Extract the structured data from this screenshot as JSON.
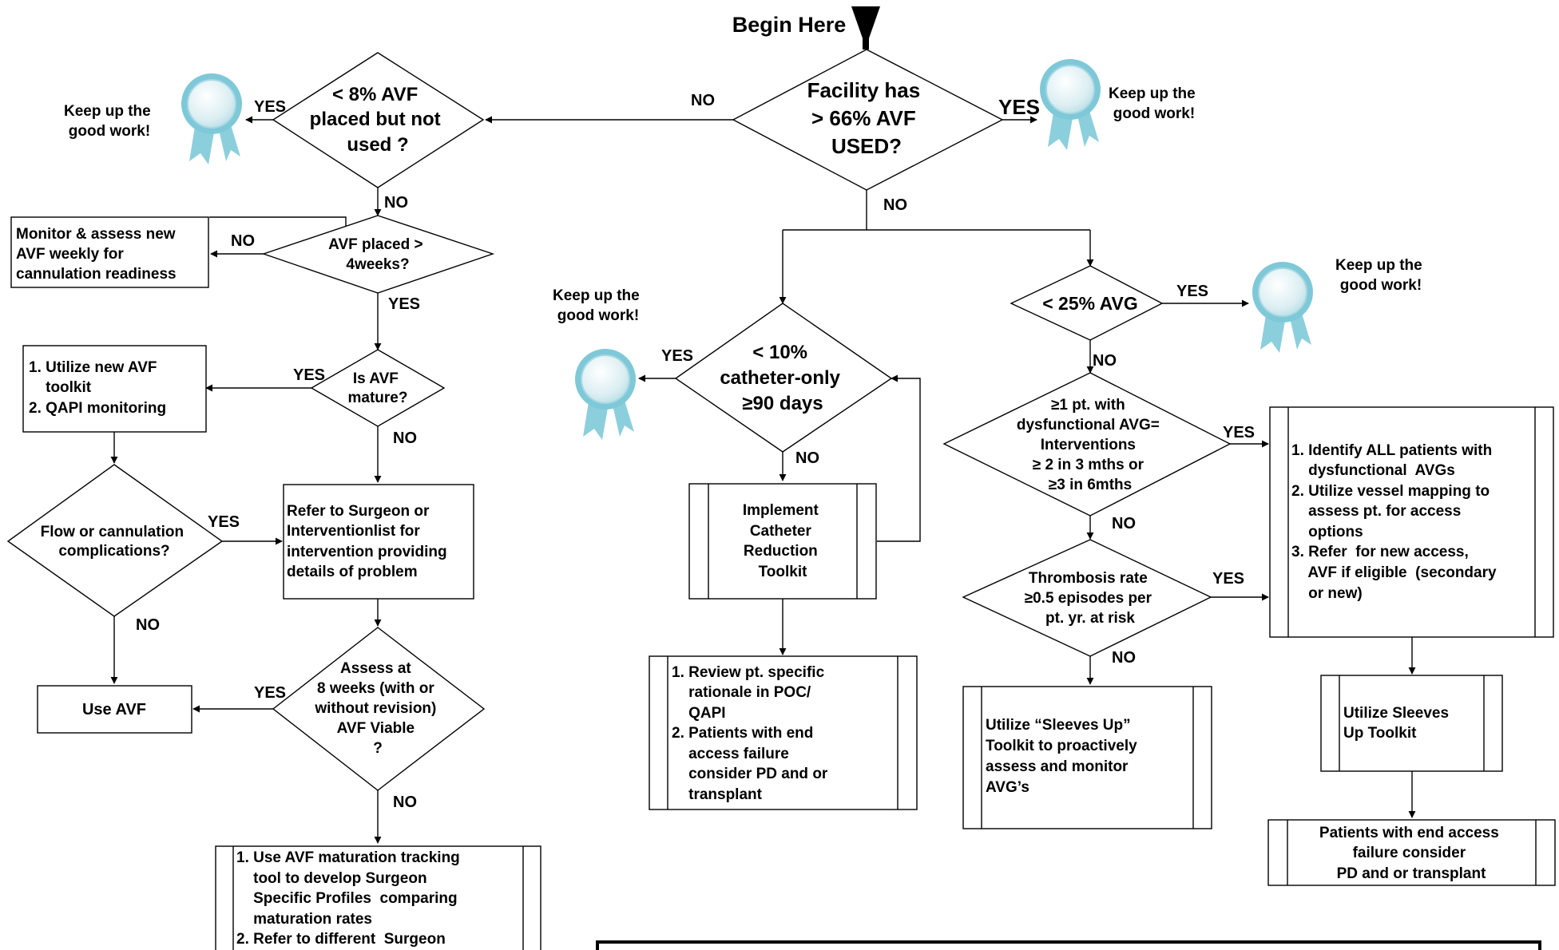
{
  "start": {
    "label": "Begin Here"
  },
  "decisions": {
    "facility_avf_used": {
      "lines": [
        "Facility has",
        "> 66% AVF",
        "USED?"
      ]
    },
    "avf_placed_not_used": {
      "lines": [
        "< 8% AVF",
        "placed but not",
        "used ?"
      ]
    },
    "avf_placed_4weeks": {
      "lines": [
        "AVF placed >",
        "4weeks?"
      ]
    },
    "avf_mature": {
      "lines": [
        "Is AVF",
        "mature?"
      ]
    },
    "flow_cannulation": {
      "lines": [
        "Flow or cannulation",
        "complications?"
      ]
    },
    "assess_8_weeks": {
      "lines": [
        "Assess at",
        "8 weeks (with or",
        "without revision)",
        "AVF Viable",
        "?"
      ]
    },
    "catheter_only": {
      "lines": [
        "< 10%",
        "catheter-only",
        "≥90 days"
      ]
    },
    "avg_25": {
      "lines": [
        "< 25% AVG"
      ]
    },
    "dysfunctional_avg": {
      "lines": [
        "≥1 pt. with",
        "dysfunctional  AVG=",
        "Interventions",
        "≥ 2 in 3 mths or",
        "≥3 in 6mths"
      ]
    },
    "thrombosis_rate": {
      "lines": [
        "Thrombosis rate",
        "≥0.5 episodes per",
        "pt. yr. at risk"
      ]
    }
  },
  "processes": {
    "monitor_new_avf": {
      "lines": [
        "Monitor & assess new",
        "AVF weekly for",
        "cannulation readiness"
      ]
    },
    "utilize_avf_toolkit": {
      "lines": [
        "1. Utilize new AVF",
        "    toolkit",
        "2. QAPI monitoring"
      ]
    },
    "refer_surgeon": {
      "lines": [
        "Refer to Surgeon or",
        "Interventionlist  for",
        "intervention providing",
        "details of problem"
      ]
    },
    "use_avf": {
      "lines": [
        "Use AVF"
      ]
    },
    "maturation_tracking": {
      "lines": [
        "1. Use AVF maturation tracking",
        "    tool to develop Surgeon",
        "    Specific Profiles  comparing",
        "    maturation rates",
        "2. Refer to different  Surgeon"
      ]
    },
    "catheter_toolkit": {
      "lines": [
        "Implement",
        "Catheter",
        "Reduction",
        "Toolkit"
      ]
    },
    "review_poc": {
      "lines": [
        "1. Review pt. specific",
        "    rationale in POC/",
        "    QAPI",
        "2. Patients with end",
        "    access failure",
        "    consider PD and or",
        "    transplant"
      ]
    },
    "sleeves_up_proactive": {
      "lines": [
        "Utilize “Sleeves Up”",
        "Toolkit to proactively",
        "assess and monitor",
        "AVG’s"
      ]
    },
    "identify_avg_patients": {
      "lines": [
        "1. Identify ALL patients with",
        "    dysfunctional  AVGs",
        "2. Utilize vessel mapping to",
        "    assess pt. for access",
        "    options",
        "3. Refer  for new access,",
        "    AVF if eligible  (secondary",
        "    or new)"
      ]
    },
    "sleeves_up": {
      "lines": [
        "Utilize Sleeves",
        "Up Toolkit"
      ]
    },
    "end_access_failure": {
      "lines": [
        "Patients with end access",
        "failure consider",
        "PD and or transplant"
      ]
    }
  },
  "praise": {
    "text_line1": "Keep up the",
    "text_line2": "good work!"
  },
  "edge_labels": {
    "yes": "YES",
    "no": "NO"
  },
  "colors": {
    "ribbon": "#8ccfdc",
    "medal_edge": "#7ec8d8",
    "medal_center": "#e6f4f7"
  }
}
